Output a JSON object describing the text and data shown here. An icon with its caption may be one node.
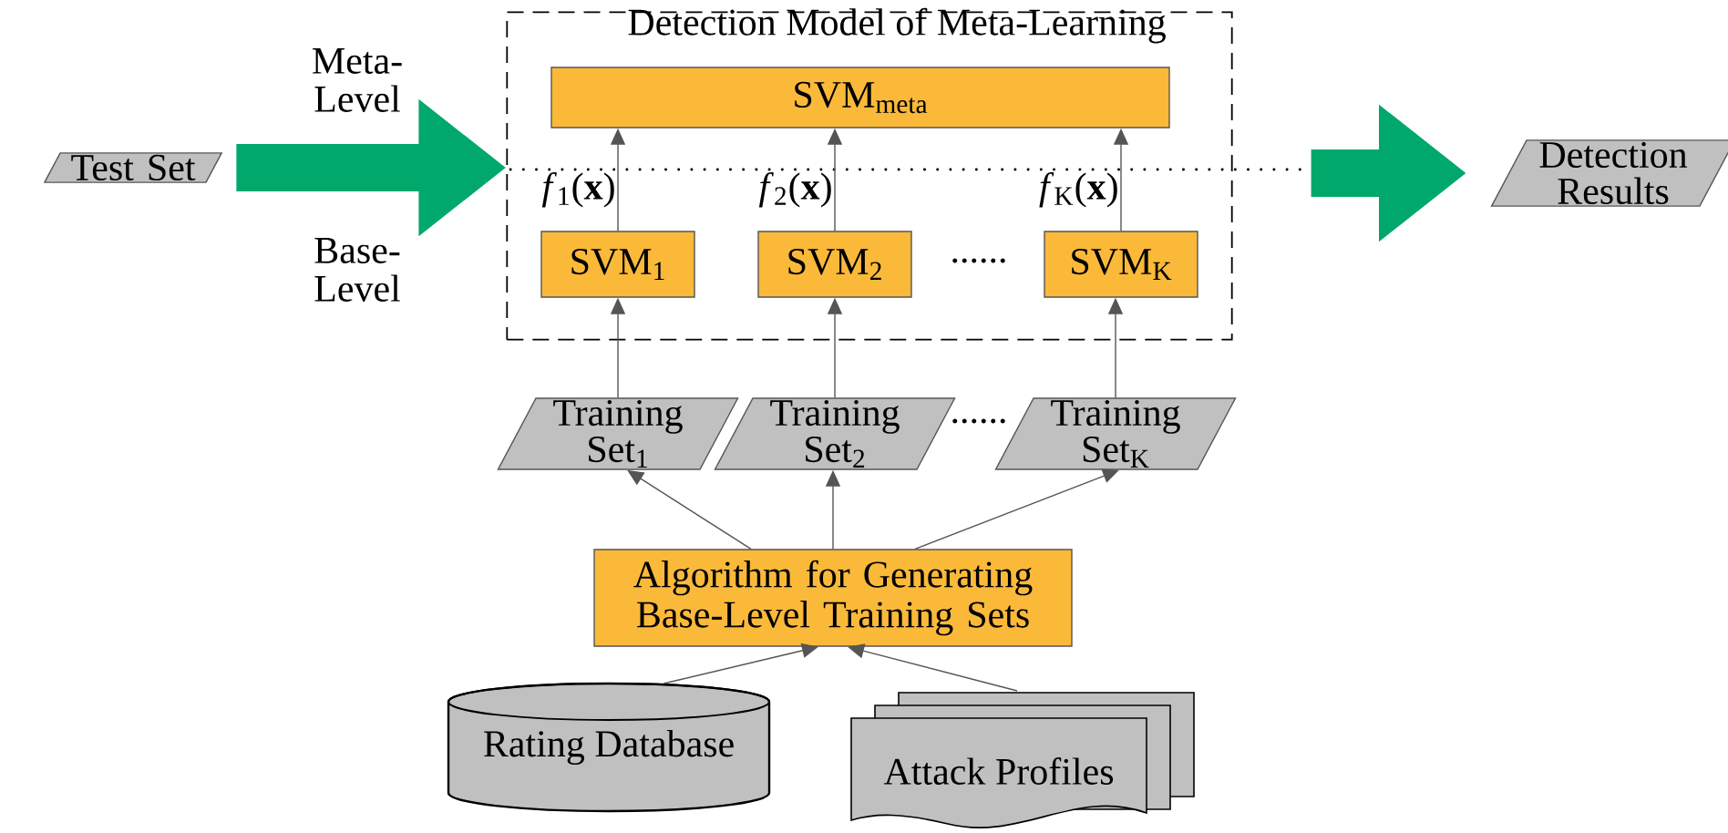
{
  "diagram": {
    "nodes": [
      {
        "text": [
          "Detection Model of Meta-Learning"
        ]
      },
      {
        "text": [
          "SVM$_{meta}$"
        ],
        "in": 0
      },
      {
        "text": [
          "SVM$_{1}$"
        ],
        "in": 0
      },
      {
        "text": [
          "SVM$_{2}$"
        ],
        "in": 0
      },
      {
        "text": [
          "SVM$_{K}$"
        ],
        "in": 0
      },
      {
        "text": [
          "Test Set"
        ]
      },
      {
        "text": [
          "Detection Results"
        ]
      },
      {
        "text": [
          "Training Set$_{1}$"
        ]
      },
      {
        "text": [
          "Training Set$_{2}$"
        ]
      },
      {
        "text": [
          "Training Set$_{K}$"
        ]
      },
      {
        "text": [
          "Algorithm for Generating Base-Level Training Sets"
        ]
      },
      {
        "text": [
          "Rating Database"
        ]
      },
      {
        "text": [
          "Attack Profiles"
        ]
      }
    ],
    "edges": [
      {
        "from": 5,
        "to": 0,
        "arrow": "to",
        "style": "thick",
        "color": "#00a86b"
      },
      {
        "from": 0,
        "to": 6,
        "arrow": "to",
        "style": "thick",
        "color": "#00a86b"
      },
      {
        "from": 2,
        "to": 1,
        "arrow": "to",
        "label": "*f*$_{1}$(**x**)"
      },
      {
        "from": 3,
        "to": 1,
        "arrow": "to",
        "label": "*f*$_{2}$(**x**)"
      },
      {
        "from": 4,
        "to": 1,
        "arrow": "to",
        "label": "*f*$_{K}$(**x**)"
      },
      {
        "from": 7,
        "to": 2,
        "arrow": "to"
      },
      {
        "from": 8,
        "to": 3,
        "arrow": "to"
      },
      {
        "from": 9,
        "to": 4,
        "arrow": "to"
      },
      {
        "from": 10,
        "to": 7,
        "arrow": "to"
      },
      {
        "from": 10,
        "to": 8,
        "arrow": "to"
      },
      {
        "from": 10,
        "to": 9,
        "arrow": "to"
      },
      {
        "from": 11,
        "to": 10,
        "arrow": "to"
      },
      {
        "from": 12,
        "to": 10,
        "arrow": "to"
      }
    ],
    "labels": [
      "Meta-Level",
      "Base-Level",
      "......",
      "......"
    ]
  }
}
